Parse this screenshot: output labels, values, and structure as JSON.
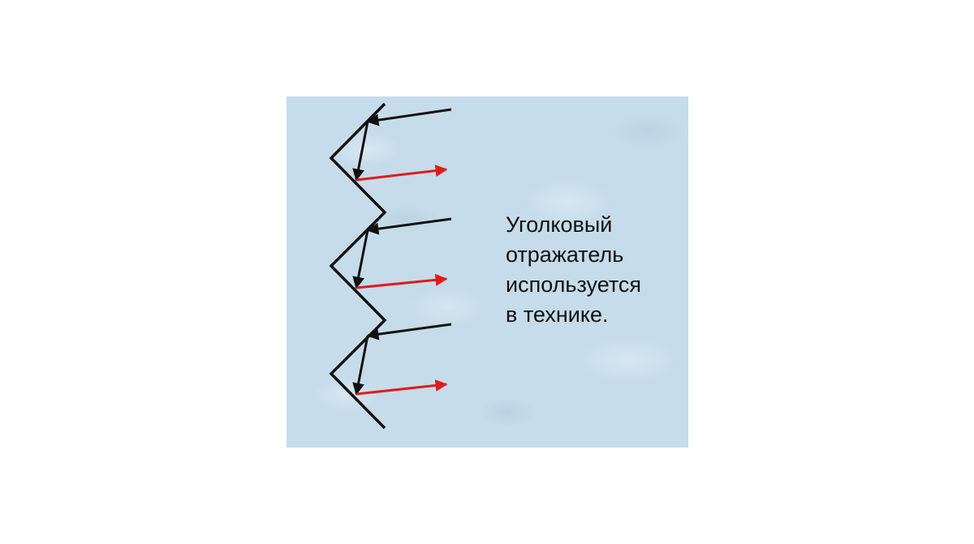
{
  "caption": {
    "lines": [
      "Уголковый",
      "отражатель",
      "используется",
      "в технике."
    ]
  },
  "colors": {
    "background": "#c6dcea",
    "mirror": "#111111",
    "incident_ray": "#111111",
    "reflected_ray": "#e01b1b",
    "text": "#111111"
  }
}
